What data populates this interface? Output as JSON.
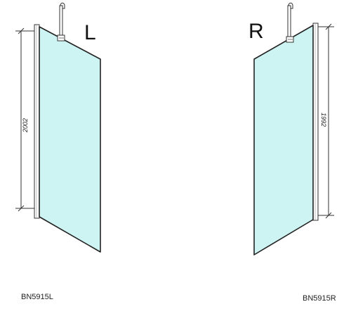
{
  "colors": {
    "glass": "#cdf4f2",
    "frame": "#222222",
    "background": "#ffffff"
  },
  "left_panel": {
    "side_letter": "L",
    "height_label": "2002",
    "model_code": "BN5915L"
  },
  "right_panel": {
    "side_letter": "R",
    "height_label": "1992",
    "model_code": "BN5915R"
  }
}
